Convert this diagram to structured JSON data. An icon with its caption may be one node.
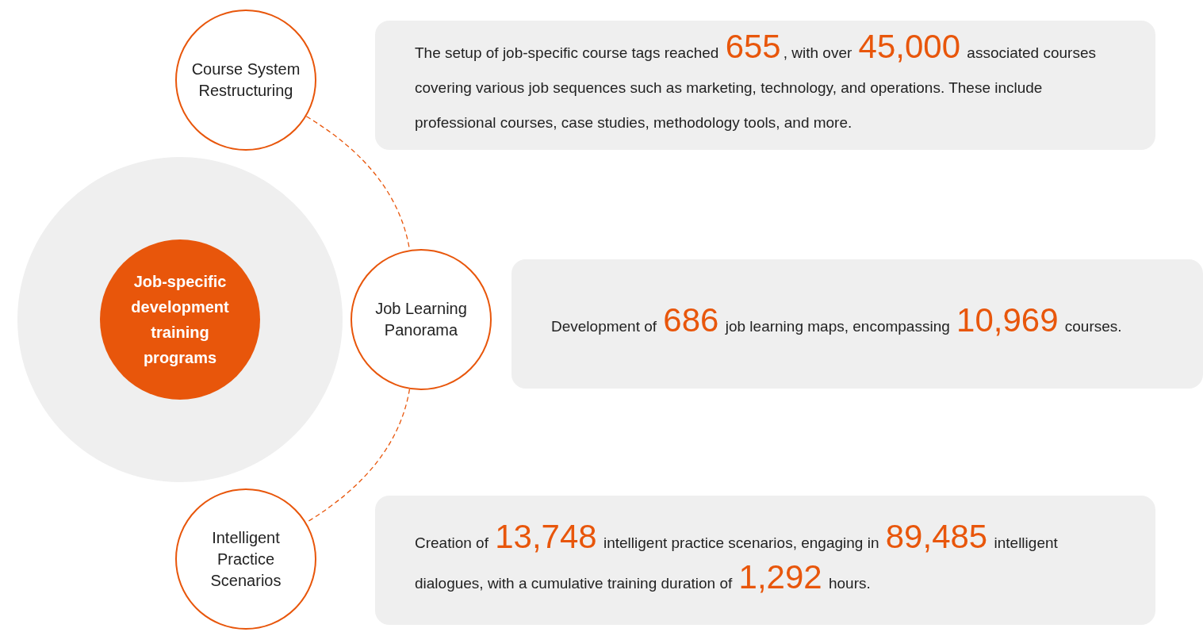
{
  "diagram": {
    "nodes": [
      {
        "text": [],
        "shape": "circle"
      },
      {
        "text": [
          "Job-specific development training programs"
        ],
        "in": 0
      },
      {
        "text": [
          "Course System Restructuring"
        ]
      },
      {
        "text": [
          "Job Learning Panorama"
        ]
      },
      {
        "text": [
          "Intelligent Practice Scenarios"
        ]
      },
      {
        "text": [
          "The setup of job-specific course tags reached 655, with over 45,000 associated courses covering various job sequences such as marketing, technology, and operations. These include professional courses, case studies, methodology tools, and more."
        ]
      },
      {
        "text": [
          "Development of 686 job learning maps, encompassing 10,969 courses."
        ]
      },
      {
        "text": [
          "Creation of 13,748 intelligent practice scenarios, engaging in 89,485 intelligent dialogues, with a cumulative training duration of 1,292 hours."
        ]
      }
    ],
    "edges": [
      {
        "from": 2,
        "to": 3,
        "arrow": "none",
        "style": "dashed"
      },
      {
        "from": 3,
        "to": 4,
        "arrow": "none",
        "style": "dashed"
      }
    ]
  }
}
